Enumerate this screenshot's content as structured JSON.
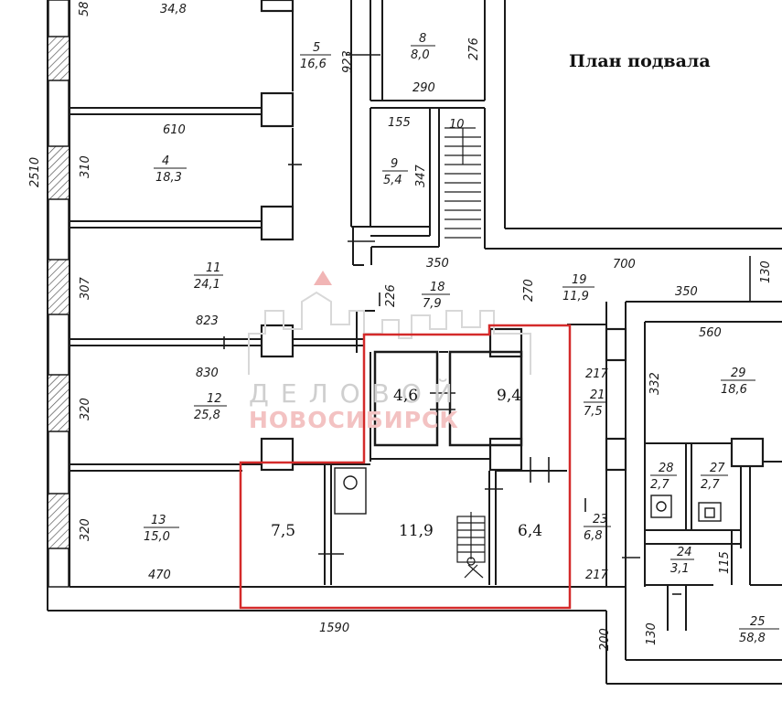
{
  "title": "План подвала",
  "watermark": {
    "line1": "ДЕЛОВОЙ",
    "line2": "НОВОСИБИРСК"
  },
  "colors": {
    "highlight": "#d42a2a",
    "walls": "#1a1a1a",
    "hatch": "#555555",
    "watermark_red": "#f3c2c2",
    "watermark_grey": "#cfcfcf"
  },
  "highlighted_areas": {
    "a": "4,6",
    "b": "9,4",
    "c": "7,5",
    "d": "11,9",
    "e": "6,4"
  },
  "rooms": {
    "r_top_left": {
      "no": "",
      "area": "34,8"
    },
    "r5": {
      "no": "5",
      "area": "16,6"
    },
    "r8": {
      "no": "8",
      "area": "8,0"
    },
    "r4": {
      "no": "4",
      "area": "18,3"
    },
    "r9": {
      "no": "9",
      "area": "5,4"
    },
    "r10": {
      "no": "10"
    },
    "r11": {
      "no": "11",
      "area": "24,1"
    },
    "r18": {
      "no": "18",
      "area": "7,9"
    },
    "r19": {
      "no": "19",
      "area": "11,9"
    },
    "r12": {
      "no": "12",
      "area": "25,8"
    },
    "r29": {
      "no": "29",
      "area": "18,6"
    },
    "r21": {
      "no": "21",
      "area": "7,5"
    },
    "r28": {
      "no": "28",
      "area": "2,7"
    },
    "r27": {
      "no": "27",
      "area": "2,7"
    },
    "r13": {
      "no": "13",
      "area": "15,0"
    },
    "r23": {
      "no": "23",
      "area": "6,8"
    },
    "r24": {
      "no": "24",
      "area": "3,1"
    },
    "r25": {
      "no": "25",
      "area": "58,8"
    }
  },
  "dims": {
    "d2510": "2510",
    "d58": "58",
    "d923": "923",
    "d276": "276",
    "d290": "290",
    "d610": "610",
    "d310": "310",
    "d155": "155",
    "d347": "347",
    "d350a": "350",
    "d700": "700",
    "d130a": "130",
    "d226": "226",
    "d270": "270",
    "d307": "307",
    "d823": "823",
    "d350b": "350",
    "d560": "560",
    "d830": "830",
    "d217a": "217",
    "d332": "332",
    "d320a": "320",
    "d320b": "320",
    "d470": "470",
    "d217b": "217",
    "d115": "115",
    "d1590": "1590",
    "d200": "200",
    "d130b": "130"
  }
}
